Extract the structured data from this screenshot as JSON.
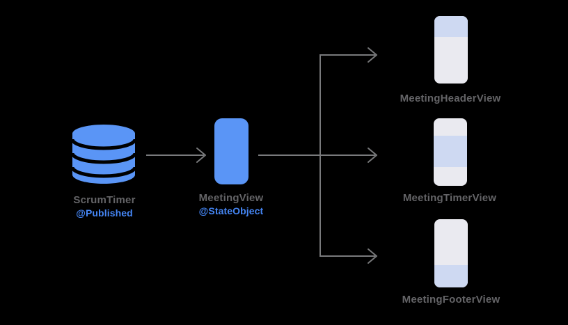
{
  "colors": {
    "background": "#000000",
    "accent_blue": "#5A95F6",
    "annotation_blue": "#4586F5",
    "label_gray": "#646467",
    "arrow_gray": "#797A7C",
    "view_bg": "#EAEAF0",
    "view_band": "#CED9F2"
  },
  "source": {
    "label": "ScrumTimer",
    "annotation": "@Published",
    "icon": "database-icon"
  },
  "view": {
    "label": "MeetingView",
    "annotation": "@StateObject"
  },
  "subviews": [
    {
      "id": "header",
      "label": "MeetingHeaderView",
      "band_position": "top"
    },
    {
      "id": "timer",
      "label": "MeetingTimerView",
      "band_position": "middle"
    },
    {
      "id": "footer",
      "label": "MeetingFooterView",
      "band_position": "bottom"
    }
  ]
}
